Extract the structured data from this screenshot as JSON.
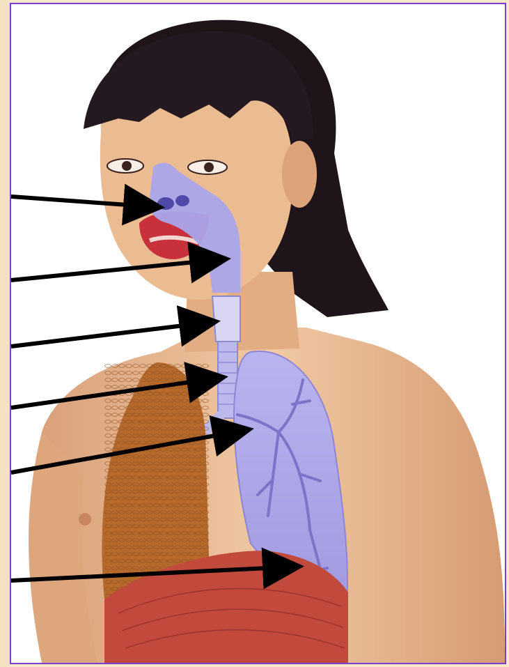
{
  "figure": {
    "subject": "respiratory-system-illustration",
    "pointer_count": 6,
    "colors": {
      "frame_border": "#7a3fd0",
      "page_background": "#f6e8c8",
      "airway_blue": "#a9a4e8",
      "skin": "#e9b98f",
      "hair": "#1e1419",
      "right_lung": "#b56a2c",
      "diaphragm": "#c24a3c",
      "arrow": "#000000"
    },
    "pointers": [
      {
        "target": "nasal-cavity"
      },
      {
        "target": "pharynx"
      },
      {
        "target": "larynx"
      },
      {
        "target": "trachea"
      },
      {
        "target": "bronchus"
      },
      {
        "target": "lung"
      }
    ]
  }
}
